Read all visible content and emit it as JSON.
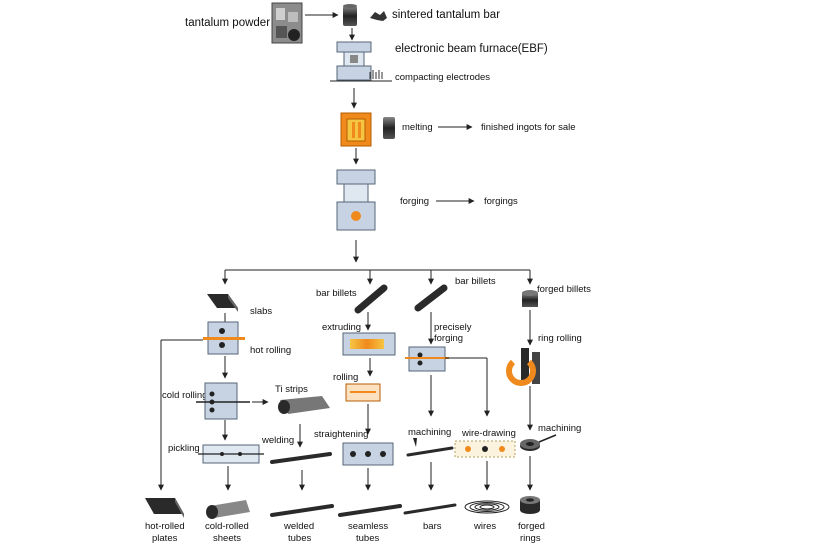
{
  "labels": {
    "tantalum_powder": "tantalum powder",
    "sintered_bar": "sintered tantalum bar",
    "ebf": "electronic beam furnace(EBF)",
    "compacting": "compacting electrodes",
    "melting": "melting",
    "finished_ingots": "finished ingots for sale",
    "forging": "forging",
    "forgings": "forgings",
    "slabs": "slabs",
    "hot_rolling": "hot rolling",
    "cold_rolling": "cold rolling",
    "ti_strips": "Ti strips",
    "welding": "welding",
    "pickling": "pickling",
    "bar_billets_1": "bar billets",
    "extruding": "extruding",
    "rolling": "rolling",
    "straightening": "straightening",
    "bar_billets_2": "bar billets",
    "precisely_forging_1": "precisely",
    "precisely_forging_2": "forging",
    "machining_1": "machining",
    "wire_drawing": "wire-drawing",
    "forged_billets": "forged billets",
    "ring_rolling": "ring rolling",
    "machining_2": "machining"
  },
  "products": {
    "hot_rolled_1": "hot-rolled",
    "hot_rolled_2": "plates",
    "cold_rolled_1": "cold-rolled",
    "cold_rolled_2": "sheets",
    "welded_1": "welded",
    "welded_2": "tubes",
    "seamless_1": "seamless",
    "seamless_2": "tubes",
    "bars": "bars",
    "wires": "wires",
    "forged_1": "forged",
    "forged_2": "rings"
  },
  "colors": {
    "line": "#222222",
    "metal_dark": "#2a2a2a",
    "metal_mid": "#777777",
    "machine_blue": "#c7d3e3",
    "machine_outline": "#556677",
    "heat_orange": "#f08a1c",
    "heat_yellow": "#f5c542"
  },
  "icons": [
    "powder-photo-icon",
    "sintered-bar-icon",
    "ebf-furnace-icon",
    "melting-furnace-icon",
    "forging-press-icon",
    "rolling-mill-icon",
    "extruder-icon",
    "ring-roller-icon",
    "tube-icon",
    "coil-icon",
    "ring-icon"
  ]
}
